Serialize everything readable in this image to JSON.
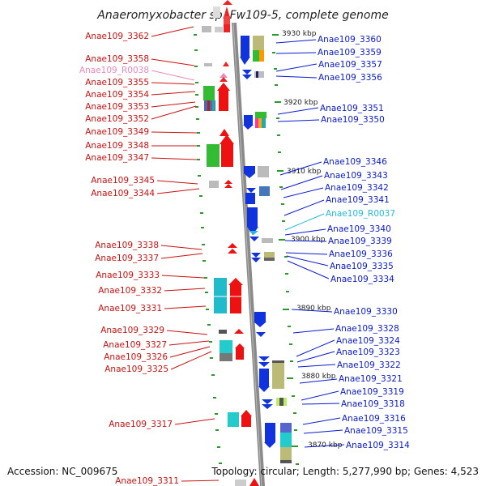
{
  "title": "Anaeromyxobacter sp. Fw109-5, complete genome",
  "footer": {
    "accession": "Accession: NC_009675",
    "topology": "Topology: circular; Length: 5,277,990 bp; Genes: 4,523"
  },
  "colors": {
    "left_label": "#cc1111",
    "right_label": "#0a1ad0",
    "rna_left": "#ee88bb",
    "rna_right": "#22bbdd",
    "forward_gene": "#ee1111",
    "reverse_gene": "#1133dd",
    "tick": "#2a9a2a",
    "backbone": "#888888"
  },
  "kbp_markers": [
    "3930 kbp",
    "3920 kbp",
    "3910 kbp",
    "3900 kbp",
    "3890 kbp",
    "3880 kbp",
    "3870 kbp"
  ],
  "left_labels": [
    {
      "text": "Anae109_3362",
      "kind": "gene"
    },
    {
      "text": "Anae109_3358",
      "kind": "gene"
    },
    {
      "text": "Anae109_R0038",
      "kind": "rna"
    },
    {
      "text": "Anae109_3355",
      "kind": "gene"
    },
    {
      "text": "Anae109_3354",
      "kind": "gene"
    },
    {
      "text": "Anae109_3353",
      "kind": "gene"
    },
    {
      "text": "Anae109_3352",
      "kind": "gene"
    },
    {
      "text": "Anae109_3349",
      "kind": "gene"
    },
    {
      "text": "Anae109_3348",
      "kind": "gene"
    },
    {
      "text": "Anae109_3347",
      "kind": "gene"
    },
    {
      "text": "Anae109_3345",
      "kind": "gene"
    },
    {
      "text": "Anae109_3344",
      "kind": "gene"
    },
    {
      "text": "Anae109_3338",
      "kind": "gene"
    },
    {
      "text": "Anae109_3337",
      "kind": "gene"
    },
    {
      "text": "Anae109_3333",
      "kind": "gene"
    },
    {
      "text": "Anae109_3332",
      "kind": "gene"
    },
    {
      "text": "Anae109_3331",
      "kind": "gene"
    },
    {
      "text": "Anae109_3329",
      "kind": "gene"
    },
    {
      "text": "Anae109_3327",
      "kind": "gene"
    },
    {
      "text": "Anae109_3326",
      "kind": "gene"
    },
    {
      "text": "Anae109_3325",
      "kind": "gene"
    },
    {
      "text": "Anae109_3317",
      "kind": "gene"
    },
    {
      "text": "Anae109_3311",
      "kind": "gene"
    }
  ],
  "right_labels": [
    {
      "text": "Anae109_3360",
      "kind": "gene"
    },
    {
      "text": "Anae109_3359",
      "kind": "gene"
    },
    {
      "text": "Anae109_3357",
      "kind": "gene"
    },
    {
      "text": "Anae109_3356",
      "kind": "gene"
    },
    {
      "text": "Anae109_3351",
      "kind": "gene"
    },
    {
      "text": "Anae109_3350",
      "kind": "gene"
    },
    {
      "text": "Anae109_3346",
      "kind": "gene"
    },
    {
      "text": "Anae109_3343",
      "kind": "gene"
    },
    {
      "text": "Anae109_3342",
      "kind": "gene"
    },
    {
      "text": "Anae109_3341",
      "kind": "gene"
    },
    {
      "text": "Anae109_R0037",
      "kind": "rna"
    },
    {
      "text": "Anae109_3340",
      "kind": "gene"
    },
    {
      "text": "Anae109_3339",
      "kind": "gene"
    },
    {
      "text": "Anae109_3336",
      "kind": "gene"
    },
    {
      "text": "Anae109_3335",
      "kind": "gene"
    },
    {
      "text": "Anae109_3334",
      "kind": "gene"
    },
    {
      "text": "Anae109_3330",
      "kind": "gene"
    },
    {
      "text": "Anae109_3328",
      "kind": "gene"
    },
    {
      "text": "Anae109_3324",
      "kind": "gene"
    },
    {
      "text": "Anae109_3323",
      "kind": "gene"
    },
    {
      "text": "Anae109_3322",
      "kind": "gene"
    },
    {
      "text": "Anae109_3321",
      "kind": "gene"
    },
    {
      "text": "Anae109_3319",
      "kind": "gene"
    },
    {
      "text": "Anae109_3318",
      "kind": "gene"
    },
    {
      "text": "Anae109_3316",
      "kind": "gene"
    },
    {
      "text": "Anae109_3315",
      "kind": "gene"
    },
    {
      "text": "Anae109_3314",
      "kind": "gene"
    }
  ]
}
